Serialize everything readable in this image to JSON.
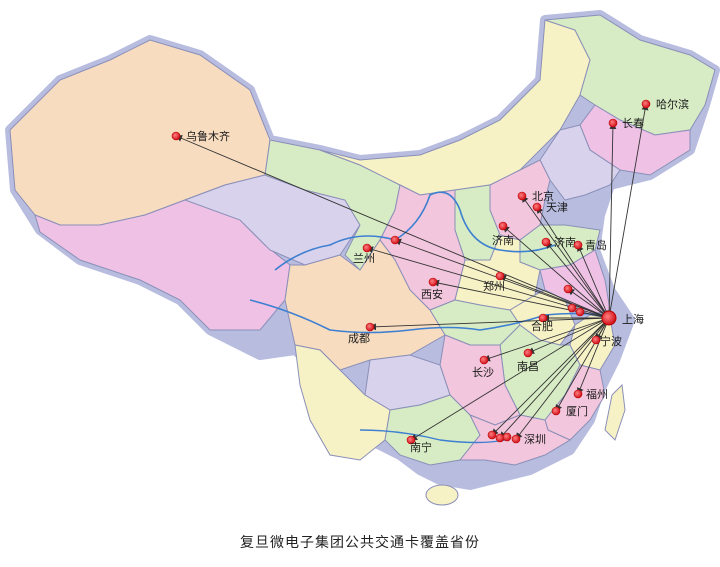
{
  "caption": "复旦微电子集团公共交通卡覆盖省份",
  "hub": {
    "label": "上海"
  },
  "cities": [
    {
      "id": "harbin",
      "label": "哈尔滨"
    },
    {
      "id": "changchun",
      "label": "长春"
    },
    {
      "id": "urumqi",
      "label": "乌鲁木齐"
    },
    {
      "id": "beijing",
      "label": "北京"
    },
    {
      "id": "tianjin",
      "label": "天津"
    },
    {
      "id": "jinan1",
      "label": "济南"
    },
    {
      "id": "jinan2",
      "label": "济南"
    },
    {
      "id": "qingdao",
      "label": "青岛"
    },
    {
      "id": "lanzhou",
      "label": "兰州"
    },
    {
      "id": "xian",
      "label": "西安"
    },
    {
      "id": "zhengzhou",
      "label": "郑州"
    },
    {
      "id": "hefei",
      "label": "合肥"
    },
    {
      "id": "chengdu",
      "label": "成都"
    },
    {
      "id": "ningbo",
      "label": "宁波"
    },
    {
      "id": "changsha",
      "label": "长沙"
    },
    {
      "id": "nanchang",
      "label": "南昌"
    },
    {
      "id": "fuzhou",
      "label": "福州"
    },
    {
      "id": "xiamen",
      "label": "厦门"
    },
    {
      "id": "shenzhen",
      "label": "深圳"
    },
    {
      "id": "nanning",
      "label": "南宁"
    }
  ],
  "colors": {
    "province_pink": "#f2c6dc",
    "province_yellow": "#f7f2c6",
    "province_green": "#d7ecc4",
    "province_peach": "#f7dcc0",
    "province_purple": "#d8d2ec",
    "province_magenta": "#eec1e5",
    "border": "#8a8fb8",
    "river": "#3d7fd1",
    "marker": "#e0202a",
    "arrow": "#333333"
  }
}
